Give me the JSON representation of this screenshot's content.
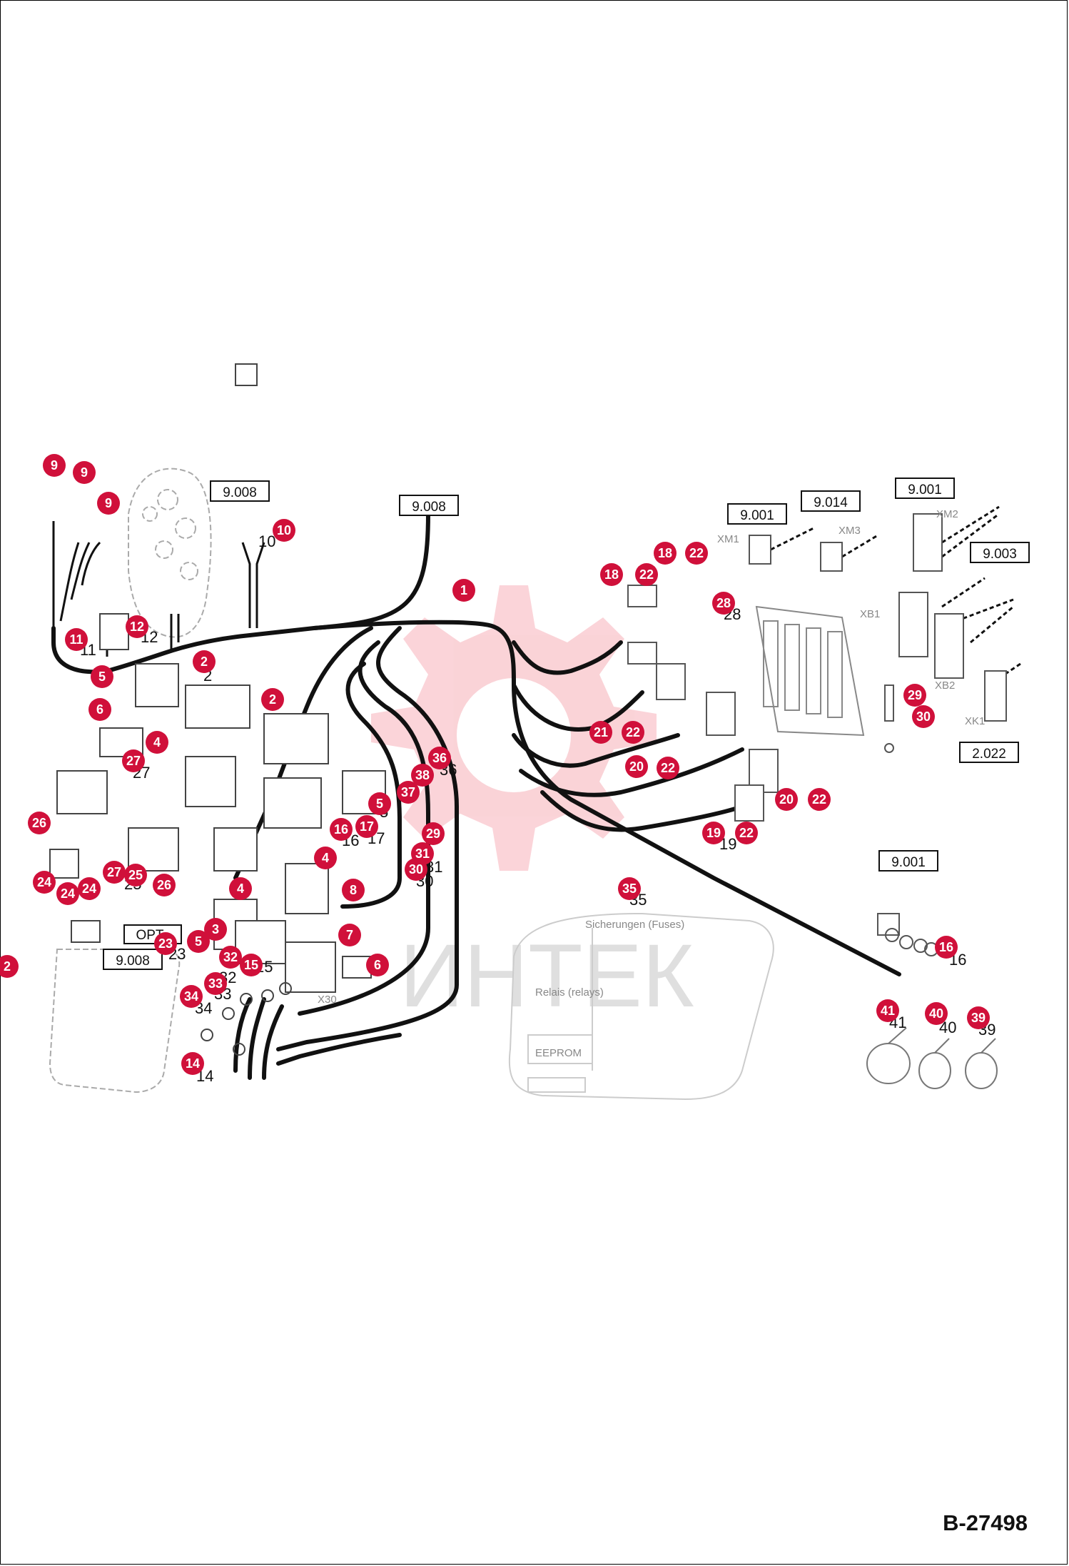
{
  "document_id": "B-27498",
  "watermark": "ИНТЕК",
  "accent_color": "#d0103a",
  "refs": {
    "r1": "9.008",
    "r2": "9.008",
    "r3": "9.001",
    "r4": "9.014",
    "r5": "9.001",
    "r6": "9.003",
    "r7": "2.022",
    "r8": "9.001",
    "r9": "9.008",
    "r10": "OPT"
  },
  "labels": {
    "xm1": "XM1",
    "xm3": "XM3",
    "xm2": "XM2",
    "xb1": "XB1",
    "xb2": "XB2",
    "xk1": "XK1",
    "x30": "X30",
    "fuse_title": "Sicherungen (Fuses)",
    "eeprom": "EEPROM",
    "relays": "Relais (relays)"
  },
  "parts": [
    {
      "n": "9"
    },
    {
      "n": "9"
    },
    {
      "n": "9"
    },
    {
      "n": "10"
    },
    {
      "n": "1"
    },
    {
      "n": "11"
    },
    {
      "n": "12"
    },
    {
      "n": "2"
    },
    {
      "n": "5"
    },
    {
      "n": "2"
    },
    {
      "n": "6"
    },
    {
      "n": "4"
    },
    {
      "n": "27"
    },
    {
      "n": "36"
    },
    {
      "n": "38"
    },
    {
      "n": "37"
    },
    {
      "n": "5"
    },
    {
      "n": "16"
    },
    {
      "n": "17"
    },
    {
      "n": "29"
    },
    {
      "n": "26"
    },
    {
      "n": "31"
    },
    {
      "n": "4"
    },
    {
      "n": "30"
    },
    {
      "n": "24"
    },
    {
      "n": "24"
    },
    {
      "n": "24"
    },
    {
      "n": "27"
    },
    {
      "n": "25"
    },
    {
      "n": "26"
    },
    {
      "n": "4"
    },
    {
      "n": "8"
    },
    {
      "n": "3"
    },
    {
      "n": "23"
    },
    {
      "n": "7"
    },
    {
      "n": "5"
    },
    {
      "n": "32"
    },
    {
      "n": "15"
    },
    {
      "n": "6"
    },
    {
      "n": "33"
    },
    {
      "n": "34"
    },
    {
      "n": "14"
    },
    {
      "n": "2"
    },
    {
      "n": "18"
    },
    {
      "n": "22"
    },
    {
      "n": "18"
    },
    {
      "n": "22"
    },
    {
      "n": "28"
    },
    {
      "n": "29"
    },
    {
      "n": "30"
    },
    {
      "n": "21"
    },
    {
      "n": "22"
    },
    {
      "n": "20"
    },
    {
      "n": "22"
    },
    {
      "n": "20"
    },
    {
      "n": "22"
    },
    {
      "n": "19"
    },
    {
      "n": "22"
    },
    {
      "n": "35"
    },
    {
      "n": "16"
    },
    {
      "n": "41"
    },
    {
      "n": "40"
    },
    {
      "n": "39"
    }
  ]
}
